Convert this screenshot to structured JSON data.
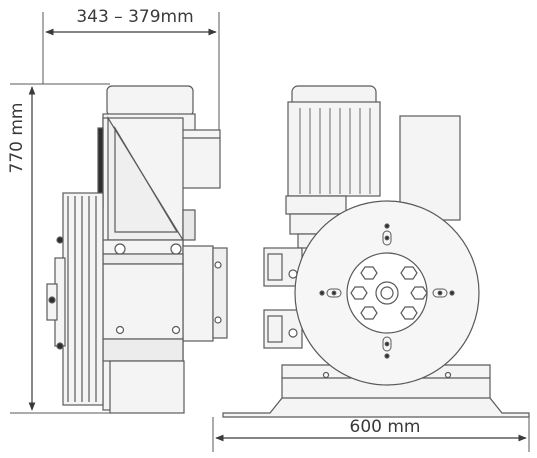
{
  "dimensions": {
    "width_range": "343 – 379mm",
    "height": "770 mm",
    "length": "600 mm"
  },
  "colors": {
    "line": "#5a5a5a",
    "dim": "#3a3a3a",
    "light_fill": "#f2f2f2",
    "dark_fill": "#2e2e2e"
  }
}
